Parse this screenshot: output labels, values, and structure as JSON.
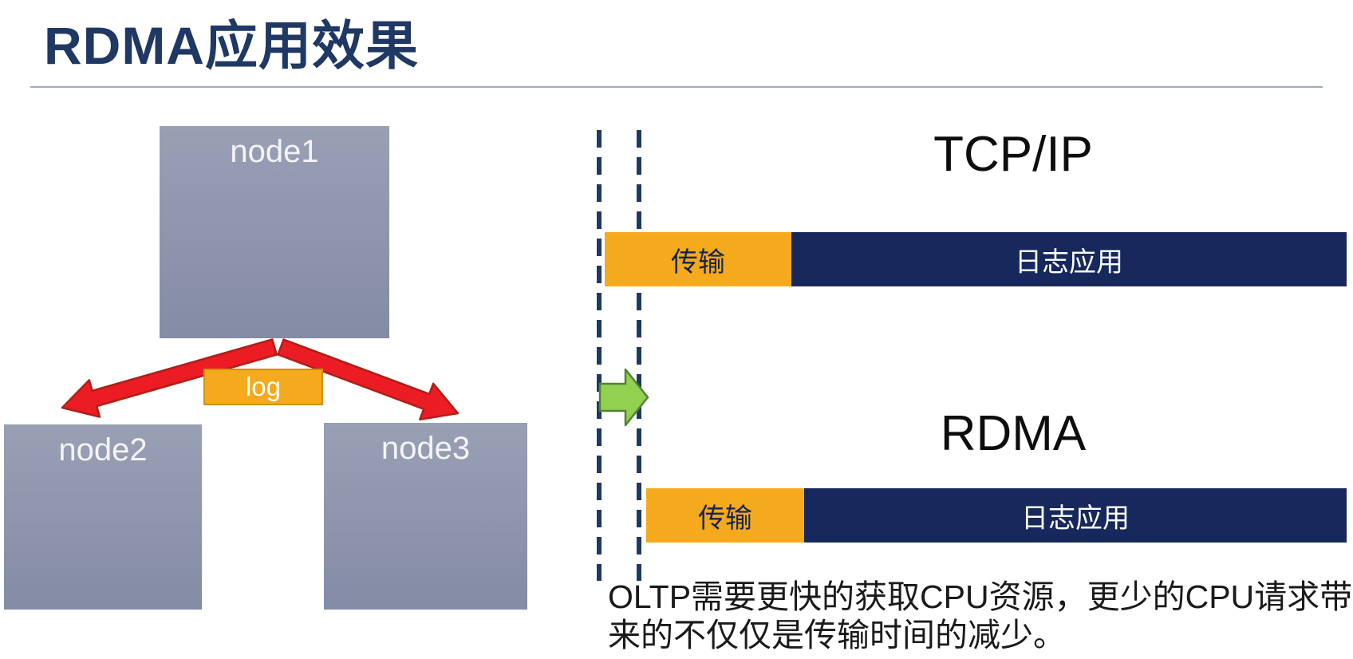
{
  "slide": {
    "title": "RDMA应用效果",
    "caption": "OLTP需要更快的获取CPU资源，更少的CPU请求带来的不仅仅是传输时间的减少。"
  },
  "cluster": {
    "node1_label": "node1",
    "node2_label": "node2",
    "node3_label": "node3",
    "log_label": "log"
  },
  "comparison": {
    "tcpip": {
      "title": "TCP/IP",
      "transfer_label": "传输",
      "app_label": "日志应用"
    },
    "rdma": {
      "title": "RDMA",
      "transfer_label": "传输",
      "app_label": "日志应用"
    }
  },
  "colors": {
    "title_navy": "#1F3864",
    "bar_navy": "#17285C",
    "accent_orange": "#F5A91C",
    "node_gray": "#8C93AB",
    "arrow_red": "#EC1C24",
    "arrow_green": "#92D050",
    "dashed_line_navy": "#1F3864"
  }
}
